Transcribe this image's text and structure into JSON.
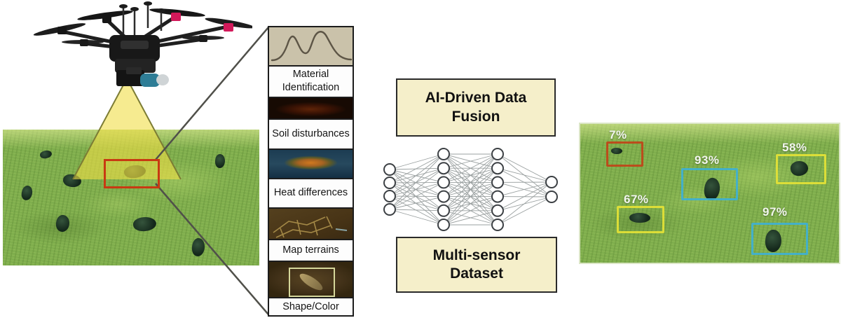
{
  "figure": {
    "description_left": "drone-survey-scene",
    "cone_color": "#f0de46",
    "highlight_box_color": "#c83a12"
  },
  "sensor_strip": {
    "items": [
      {
        "image": "spectral-signature",
        "label": "Material Identification"
      },
      {
        "image": "soil-scan",
        "label": "Soil disturbances"
      },
      {
        "image": "thermal-scan",
        "label": "Heat differences"
      },
      {
        "image": "terrain-mesh",
        "label": "Map terrains"
      },
      {
        "image": "rgb-photo",
        "label": "Shape/Color"
      }
    ]
  },
  "fusion": {
    "ai_box": "AI-Driven Data Fusion",
    "dataset_box": "Multi-sensor Dataset",
    "box_fill": "#f5efca",
    "network_layers": [
      4,
      6,
      6,
      2
    ]
  },
  "detections": [
    {
      "label": "7%",
      "color": "#c04418"
    },
    {
      "label": "93%",
      "color": "#3fb0d2"
    },
    {
      "label": "58%",
      "color": "#e4e236"
    },
    {
      "label": "67%",
      "color": "#e4e236"
    },
    {
      "label": "97%",
      "color": "#3fb0d2"
    }
  ]
}
